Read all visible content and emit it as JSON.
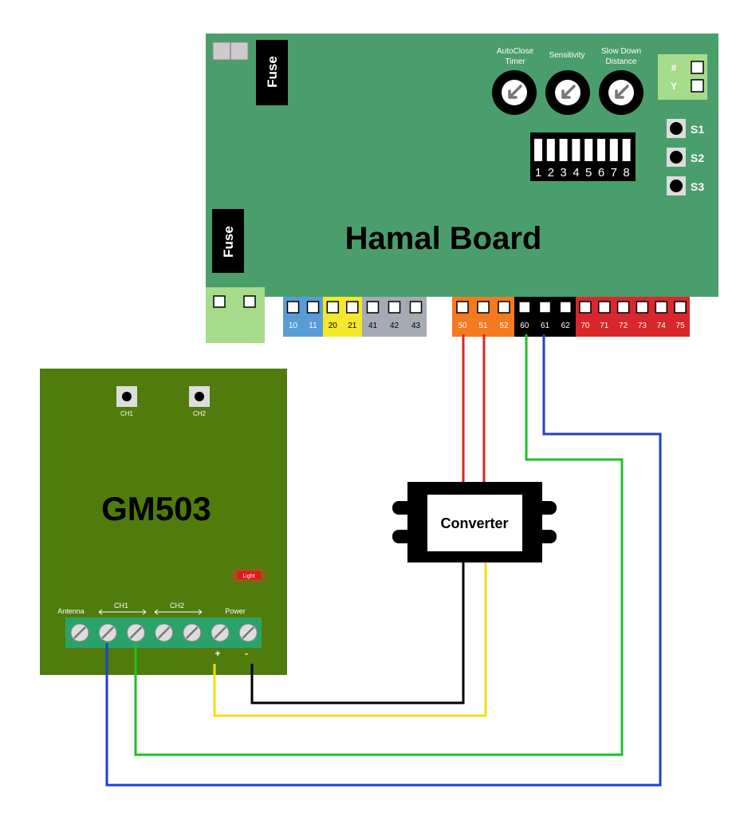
{
  "hamal": {
    "title": "Hamal Board",
    "fuse_label": "Fuse",
    "pots": [
      {
        "label": [
          "AutoClose",
          "Timer"
        ]
      },
      {
        "label": [
          "Sensitivity"
        ]
      },
      {
        "label": [
          "Slow Down",
          "Distance"
        ]
      }
    ],
    "dip_labels": [
      "1",
      "2",
      "3",
      "4",
      "5",
      "6",
      "7",
      "8"
    ],
    "jumpers": [
      "#",
      "Y"
    ],
    "switches": [
      "S1",
      "S2",
      "S3"
    ],
    "terminal_groups": [
      {
        "color": "#5b9bd5",
        "labels": [
          "10",
          "11"
        ]
      },
      {
        "color": "#f5e82a",
        "labels": [
          "20",
          "21"
        ]
      },
      {
        "color": "#a6aab3",
        "labels": [
          "41",
          "42",
          "43"
        ]
      },
      {
        "color": "#f47a1f",
        "labels": [
          "50",
          "51",
          "52"
        ]
      },
      {
        "color": "#000000",
        "labels": [
          "60",
          "61",
          "62"
        ]
      },
      {
        "color": "#d9272d",
        "labels": [
          "70",
          "71",
          "72",
          "73",
          "74",
          "75"
        ]
      }
    ]
  },
  "gm503": {
    "title": "GM503",
    "buttons": [
      "CH1",
      "CH2"
    ],
    "light_label": "Light",
    "terminal_labels": {
      "antenna": "Antenna",
      "ch1": "CH1",
      "ch2": "CH2",
      "power": "Power"
    },
    "polarity": [
      "+",
      "-"
    ]
  },
  "converter": {
    "label": "Converter"
  },
  "colors": {
    "hamal_board": "#4a9e6b",
    "gm503_board": "#4f7c0c",
    "wire_red": "#e5201f",
    "wire_green": "#1fbf28",
    "wire_blue": "#1f3fd1",
    "wire_black": "#000000",
    "wire_yellow": "#f5dc18"
  }
}
